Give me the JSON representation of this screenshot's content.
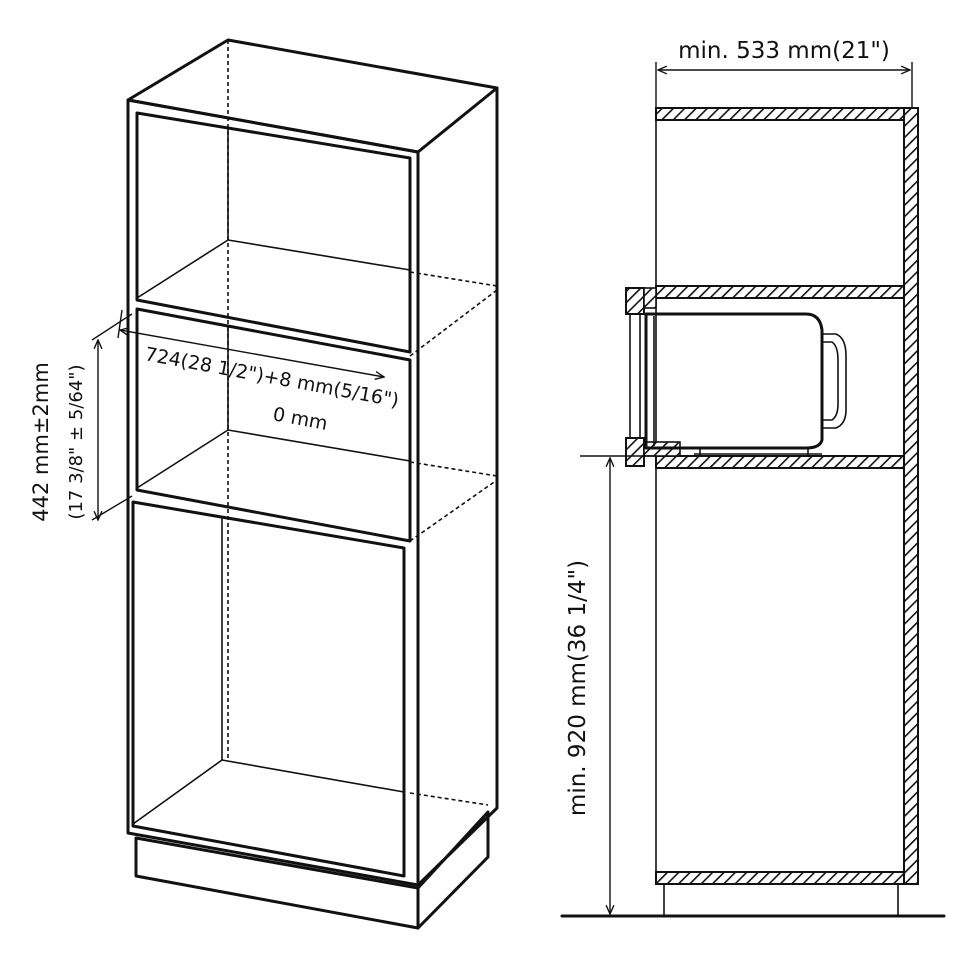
{
  "diagram": {
    "front_view": {
      "width_label_line1": "724(28 1/2\")+8 mm(5/16\")",
      "width_label_line2": "0 mm",
      "height_label_line1": "442 mm±2mm",
      "height_label_line2": "(17 3/8\" ± 5/64\")"
    },
    "side_view": {
      "depth_label": "min. 533 mm(21\")",
      "floor_height_label": "min. 920 mm(36 1/4\")"
    }
  }
}
